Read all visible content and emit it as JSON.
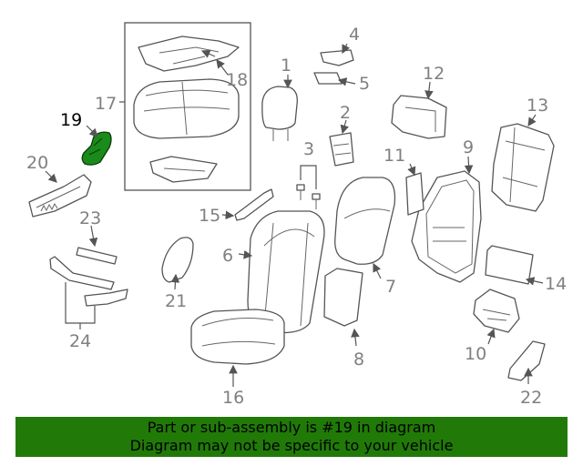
{
  "diagram": {
    "highlighted_part": "19",
    "labels": {
      "p1": "1",
      "p2": "2",
      "p3": "3",
      "p4": "4",
      "p5": "5",
      "p6": "6",
      "p7": "7",
      "p8": "8",
      "p9": "9",
      "p10": "10",
      "p11": "11",
      "p12": "12",
      "p13": "13",
      "p14": "14",
      "p15": "15",
      "p16": "16",
      "p17": "17",
      "p18": "18",
      "p19": "19",
      "p20": "20",
      "p21": "21",
      "p22": "22",
      "p23": "23",
      "p24": "24"
    }
  },
  "banner": {
    "line1": "Part or sub-assembly is #19 in diagram",
    "line2": "Diagram may not be specific to your vehicle",
    "color": "#217a08"
  },
  "colors": {
    "highlight": "#1a8a1a",
    "line": "#555555",
    "label": "#808080"
  }
}
